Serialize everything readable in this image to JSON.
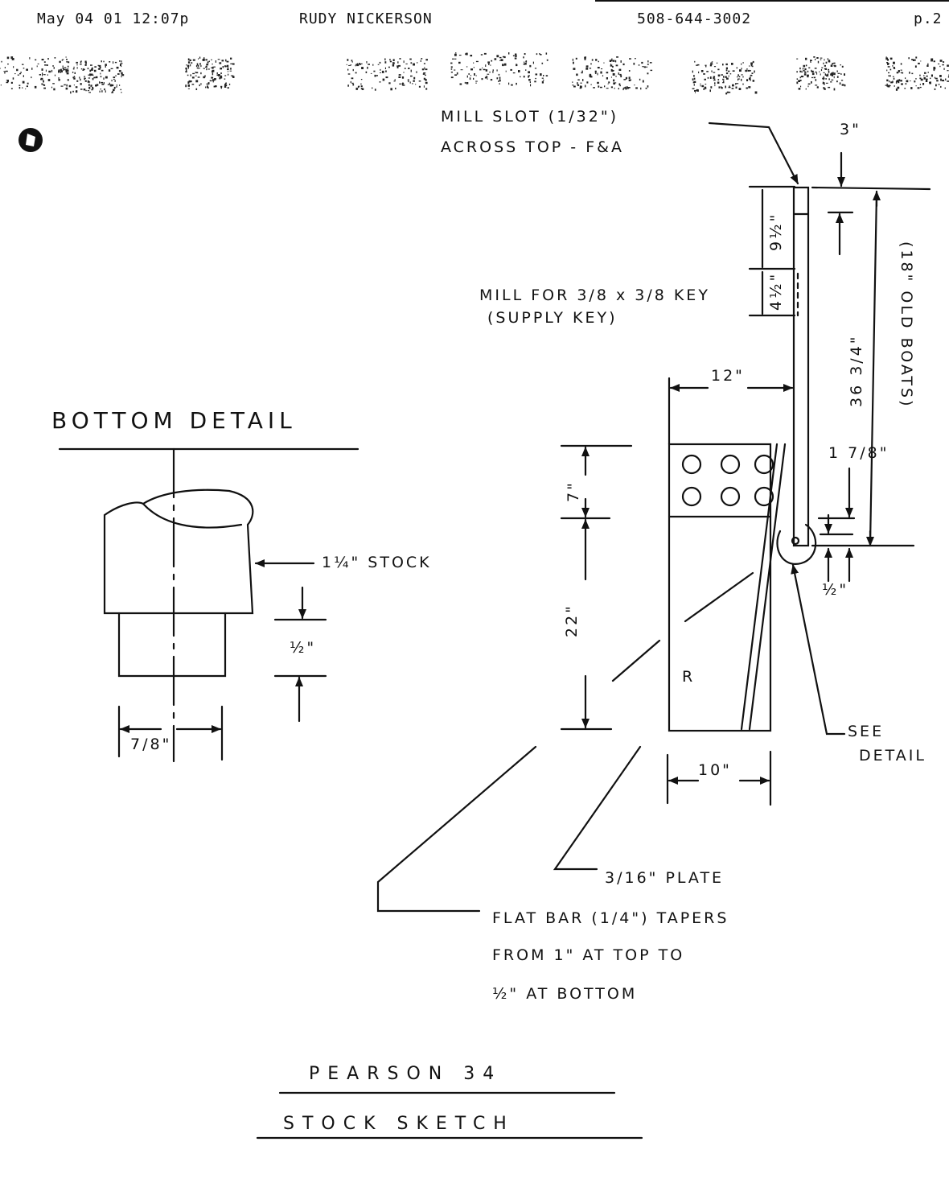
{
  "fax_header": {
    "date_time": "May 04 01 12:07p",
    "sender": "RUDY NICKERSON",
    "phone": "508-644-3002",
    "page": "p.2"
  },
  "bottom_detail": {
    "title": "BOTTOM DETAIL",
    "stock_label": "1¼\" STOCK",
    "height_label": "½\"",
    "width_label": "7/8\""
  },
  "rudder": {
    "mill_slot_line1": "MILL SLOT (1/32\")",
    "mill_slot_line2": "ACROSS TOP - F&A",
    "top_dim": "3\"",
    "dim_9_half": "9½\"",
    "dim_4_half": "4½\"",
    "key_line1": "MILL FOR 3/8 x 3/8 KEY",
    "key_line2": "(SUPPLY KEY)",
    "width_12": "12\"",
    "shaft_length": "36 3/4\"",
    "shaft_note": "(18\" OLD BOATS)",
    "dim_1_7_8": "1 7/8\"",
    "dim_7": "7\"",
    "dim_22": "22\"",
    "dim_half": "½\"",
    "see_detail_line1": "SEE",
    "see_detail_line2": "DETAIL",
    "width_10": "10\"",
    "plate_label": "3/16\" PLATE",
    "flat_bar_line1": "FLAT BAR (1/4\") TAPERS",
    "flat_bar_line2": "FROM 1\" AT TOP TO",
    "flat_bar_line3": "½\" AT BOTTOM",
    "mark_r": "R"
  },
  "footer": {
    "title_line1": "PEARSON 34",
    "title_line2": "STOCK SKETCH"
  }
}
